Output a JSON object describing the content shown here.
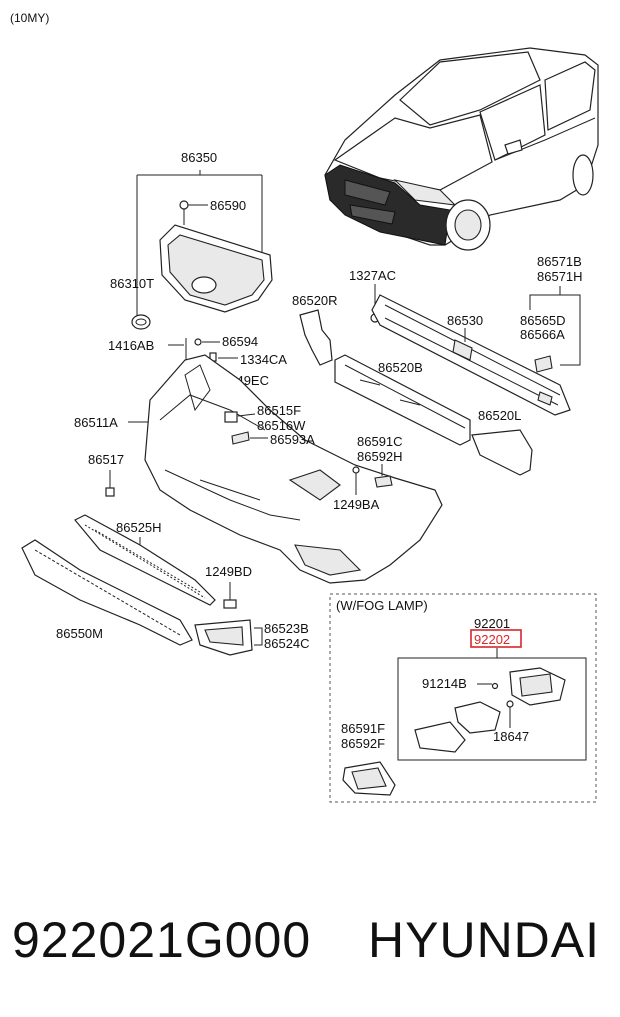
{
  "model_year_note": "(10MY)",
  "fog_lamp_box_title": "(W/FOG LAMP)",
  "highlight_color": "#d9262b",
  "labels": {
    "p86350": "86350",
    "p86590": "86590",
    "p86310T": "86310T",
    "p1327AC": "1327AC",
    "p86571B": "86571B",
    "p86571H": "86571H",
    "p86520R": "86520R",
    "p86530": "86530",
    "p86565D": "86565D",
    "p86566A": "86566A",
    "p1416AB": "1416AB",
    "p86594": "86594",
    "p1334CA": "1334CA",
    "p1249EC": "1249EC",
    "p86520B": "86520B",
    "p86511A": "86511A",
    "p86515F": "86515F",
    "p86516W": "86516W",
    "p86593A": "86593A",
    "p86520L": "86520L",
    "p86591C": "86591C",
    "p86592H": "86592H",
    "p86517": "86517",
    "p1249BA": "1249BA",
    "p86525H": "86525H",
    "p1249BD": "1249BD",
    "p86550M": "86550M",
    "p86523B": "86523B",
    "p86524C": "86524C",
    "p92201": "92201",
    "p92202": "92202",
    "p91214B": "91214B",
    "p18647": "18647",
    "p86591F": "86591F",
    "p86592F": "86592F"
  },
  "footer": {
    "part_number": "922021G000",
    "brand": "HYUNDAI"
  }
}
